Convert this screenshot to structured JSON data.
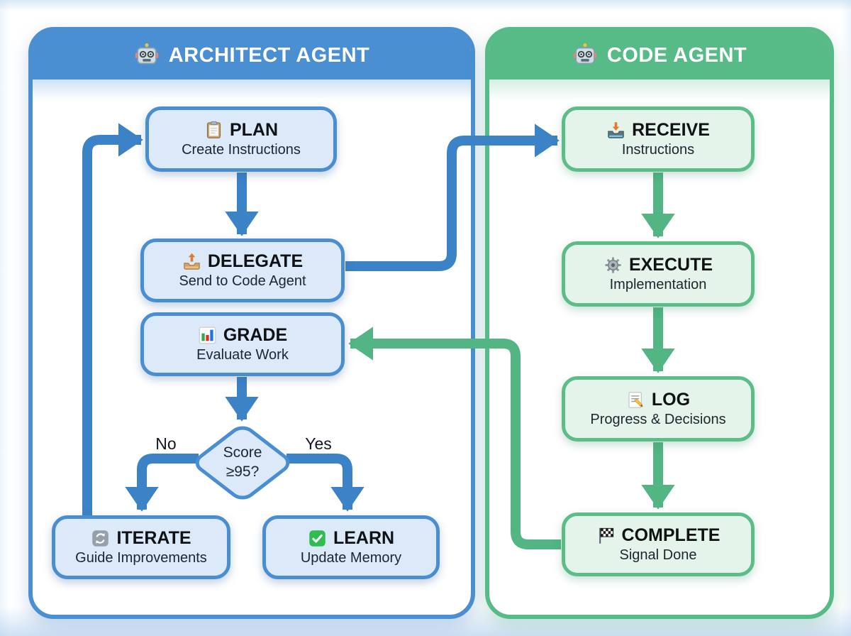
{
  "panels": {
    "architect": {
      "title": "ARCHITECT AGENT",
      "icon": "robot-icon",
      "accent_color": "#4a8fd2",
      "box_fill_color": "#dbe9f8",
      "arrow_color": "#3c82c6",
      "nodes": [
        {
          "icon": "clipboard-icon",
          "title": "PLAN",
          "subtitle": "Create Instructions"
        },
        {
          "icon": "outbox-icon",
          "title": "DELEGATE",
          "subtitle": "Send to Code Agent"
        },
        {
          "icon": "bar-chart-icon",
          "title": "GRADE",
          "subtitle": "Evaluate Work"
        },
        {
          "icon": "repeat-icon",
          "title": "ITERATE",
          "subtitle": "Guide Improvements"
        },
        {
          "icon": "check-icon",
          "title": "LEARN",
          "subtitle": "Update Memory"
        }
      ],
      "decision": {
        "question_line1": "Score",
        "question_line2": "≥95?",
        "branch_no": "No",
        "branch_yes": "Yes"
      }
    },
    "code": {
      "title": "CODE AGENT",
      "icon": "robot-icon",
      "accent_color": "#57bb87",
      "box_fill_color": "#e4f4ea",
      "arrow_color": "#52b583",
      "nodes": [
        {
          "icon": "inbox-icon",
          "title": "RECEIVE",
          "subtitle": "Instructions"
        },
        {
          "icon": "gear-icon",
          "title": "EXECUTE",
          "subtitle": "Implementation"
        },
        {
          "icon": "memo-icon",
          "title": "LOG",
          "subtitle": "Progress & Decisions"
        },
        {
          "icon": "flag-icon",
          "title": "COMPLETE",
          "subtitle": "Signal Done"
        }
      ]
    }
  }
}
